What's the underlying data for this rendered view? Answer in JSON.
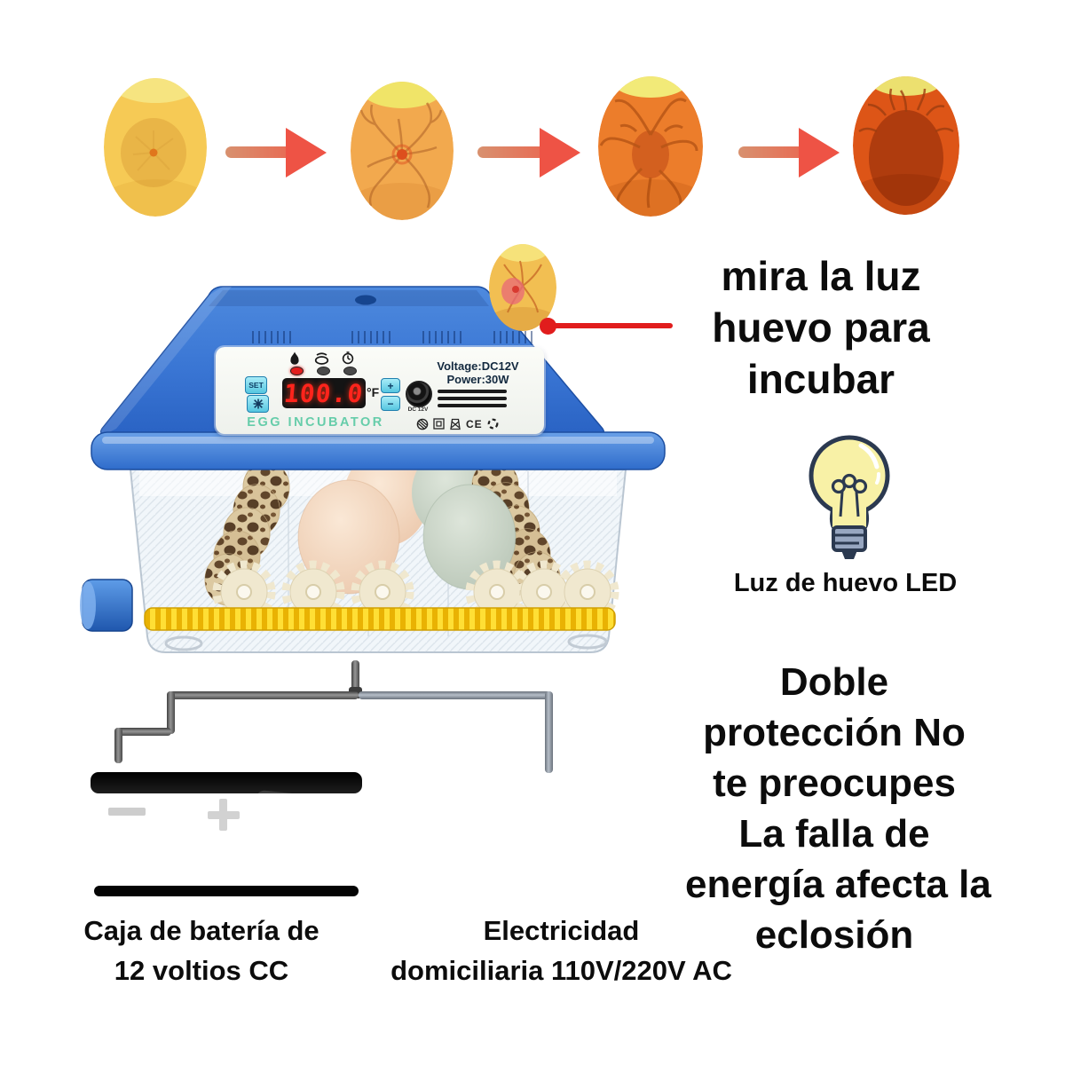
{
  "stage_row": {
    "eggs": [
      {
        "label": "stage-1",
        "body": "#f6ca55",
        "cap": "#f6e480",
        "center": "#e0761c",
        "vein": "#dda63e"
      },
      {
        "label": "stage-2",
        "body": "#f2a94e",
        "cap": "#f0e468",
        "center": "#dd4f1d",
        "vein": "#c67a35"
      },
      {
        "label": "stage-3",
        "body": "#ec7d2b",
        "cap": "#f2ea78",
        "center": "#d05d1e",
        "vein": "#b55415"
      },
      {
        "label": "stage-4",
        "body": "#dd5517",
        "cap": "#ece06f",
        "center": "#ac3b0e",
        "vein": "#9e3d10"
      }
    ],
    "arrow_color": "#ee5345"
  },
  "incubator": {
    "lid_color": "#3a76d4",
    "candled_egg": {
      "body": "#f2bf52",
      "cap": "#f6e27a",
      "vein": "#c86a28",
      "embryo": "#e86878"
    },
    "panel": {
      "set_label": "SET",
      "display_value": "100.0",
      "display_unit": "°F",
      "plus_label": "+",
      "minus_label": "−",
      "dc_jack_label": "DC 12V",
      "voltage_line": "Voltage:DC12V",
      "power_line": "Power:30W",
      "brand": "EGG INCUBATOR",
      "ce_mark": "CE"
    }
  },
  "annotations": {
    "candling_note": {
      "lines": [
        "mira la luz",
        "huevo para",
        "incubar"
      ]
    },
    "bulb_caption": "Luz de huevo LED",
    "double_protection_note": {
      "lines": [
        "Doble",
        "protección No",
        "te preocupes",
        "La falla de",
        "energía afecta la",
        "eclosión"
      ]
    },
    "battery_caption": {
      "lines": [
        "Caja de batería de",
        "12 voltios CC"
      ]
    },
    "outlet_caption": {
      "lines": [
        "Electricidad",
        "domiciliaria 110V/220V AC"
      ]
    }
  },
  "battery": {
    "minus_symbol": "−",
    "plus_symbol": "+"
  },
  "pointer_color": "#e11d1d"
}
